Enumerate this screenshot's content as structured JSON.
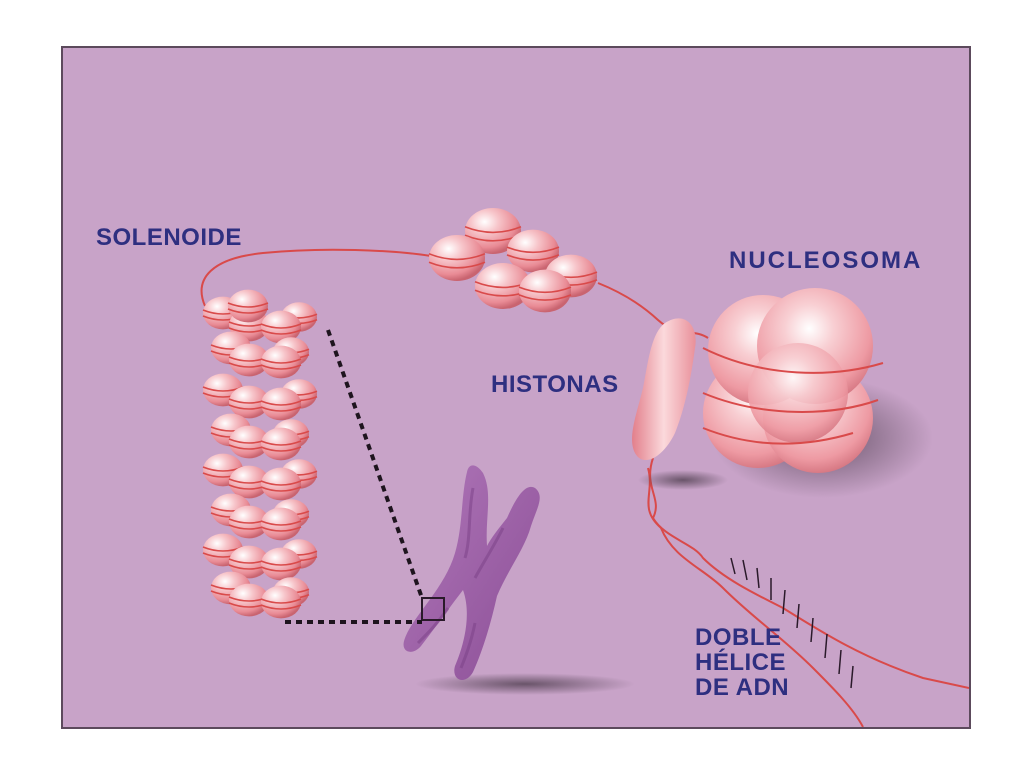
{
  "labels": {
    "solenoide": "SOLENOIDE",
    "nucleosoma": "NUCLEOSOMA",
    "histonas": "HISTONAS",
    "doble_helice": [
      "DOBLE",
      "HÉLICE",
      "DE ADN"
    ]
  },
  "colors": {
    "background": "#c8a3c8",
    "label_text": "#2e2f80",
    "dna_strand": "#d94a4a",
    "histone": "#f2a6ad",
    "chromosome": "#9a5aa3"
  }
}
